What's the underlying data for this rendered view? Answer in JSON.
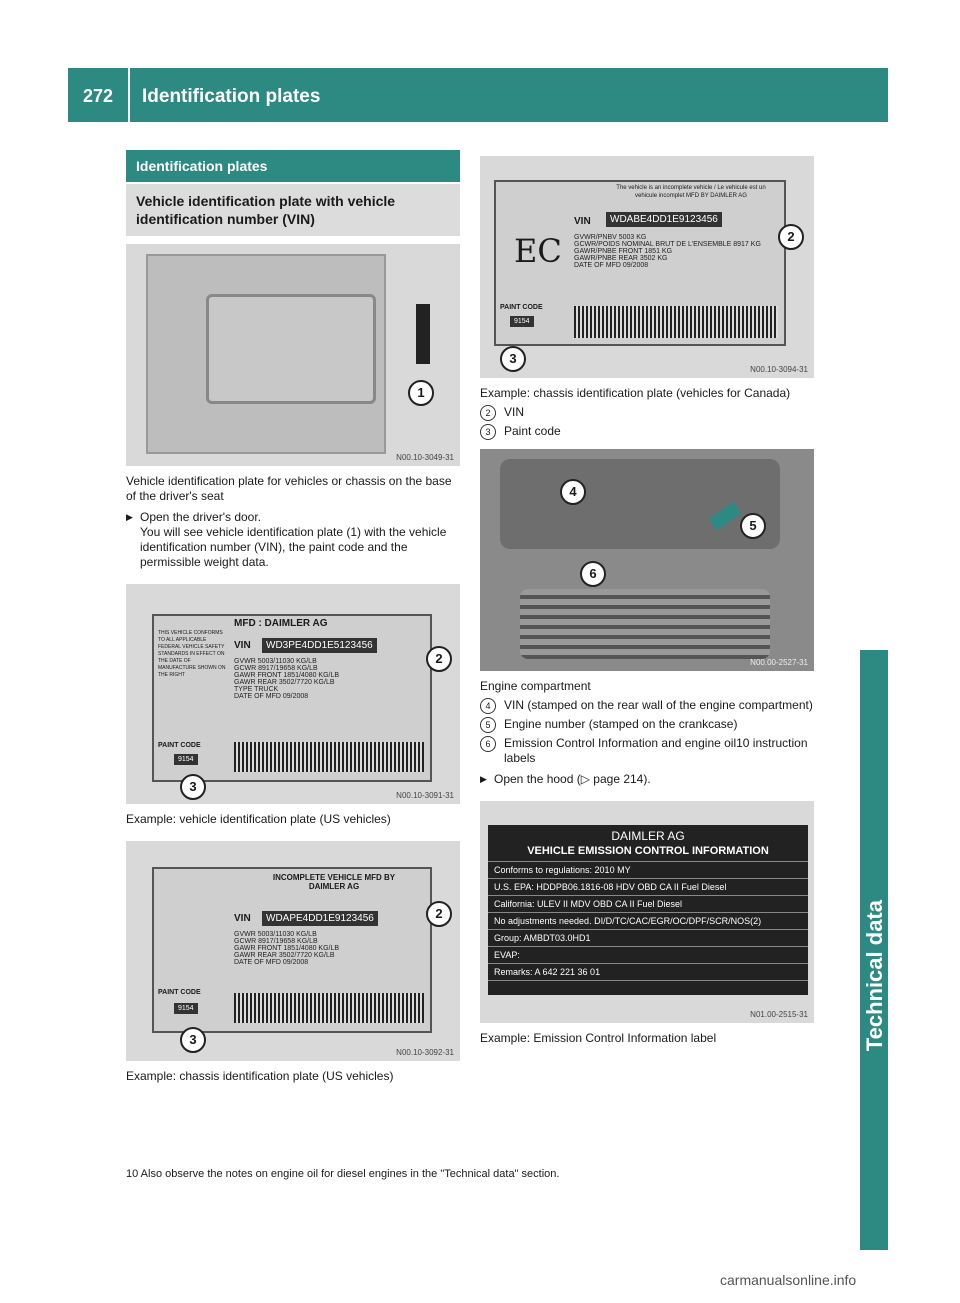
{
  "header": {
    "page_number": "272",
    "title": "Identification plates"
  },
  "side_tab": "Technical data",
  "section": {
    "title": "Identification plates",
    "subtitle": "Vehicle identification plate with vehicle identification number (VIN)"
  },
  "fig1": {
    "id": "N00.10-3049-31",
    "callout": "1"
  },
  "text1": "Vehicle identification plate for vehicles or chassis on the base of the driver's seat",
  "instruction1": "Open the driver's door.",
  "instruction1_detail": "You will see vehicle identification plate (1) with the vehicle identification number (VIN), the paint code and the permissible weight data.",
  "fig2": {
    "id": "N00.10-3091-31",
    "mfd": "MFD : DAIMLER AG",
    "left_text": "THIS VEHICLE CONFORMS TO ALL APPLICABLE FEDERAL VEHICLE SAFETY STANDARDS IN EFFECT ON THE DATE OF MANUFACTURE SHOWN ON THE RIGHT",
    "vin_label": "VIN",
    "vin": "WD3PE4DD1E5123456",
    "rows": [
      "GVWR  5003/11030 KG/LB",
      "GCWR  8917/19658 KG/LB",
      "GAWR FRONT  1851/4080 KG/LB",
      "GAWR REAR  3502/7720 KG/LB",
      "TYPE  TRUCK",
      "DATE OF MFD  09/2008"
    ],
    "paint_label": "PAINT CODE",
    "paint": "9154",
    "callout2": "2",
    "callout3": "3"
  },
  "caption2": "Example: vehicle identification plate (US vehicles)",
  "fig3": {
    "id": "N00.10-3092-31",
    "header": "INCOMPLETE VEHICLE MFD BY DAIMLER AG",
    "vin_label": "VIN",
    "vin": "WDAPE4DD1E9123456",
    "rows": [
      "GVWR  5003/11030 KG/LB",
      "GCWR  8917/19658 KG/LB",
      "GAWR FRONT  1851/4080 KG/LB",
      "GAWR REAR  3502/7720 KG/LB",
      "DATE OF MFD  09/2008"
    ],
    "paint_label": "PAINT CODE",
    "paint": "9154",
    "callout2": "2",
    "callout3": "3"
  },
  "caption3": "Example: chassis identification plate (US vehicles)",
  "fig4": {
    "id": "N00.10-3094-31",
    "header": "The vehicle is an incomplete vehicle / Le vehicule est un vehicule incomplet MFD BY DAIMLER AG",
    "vin_label": "VIN",
    "vin": "WDABE4DD1E9123456",
    "ec": "EC",
    "rows": [
      "GVWR/PNBV  5003 KG",
      "GCWR/POIDS NOMINAL BRUT DE L'ENSEMBLE  8917 KG",
      "GAWR/PNBE FRONT  1851 KG",
      "GAWR/PNBE REAR  3502 KG",
      "DATE OF MFD  09/2008"
    ],
    "paint_label": "PAINT CODE",
    "paint": "9154",
    "callout2": "2",
    "callout3": "3"
  },
  "caption4": "Example: chassis identification plate (vehicles for Canada)",
  "legend4": [
    {
      "num": "2",
      "text": "VIN"
    },
    {
      "num": "3",
      "text": "Paint code"
    }
  ],
  "fig5": {
    "id": "N00.00-2527-31",
    "callouts": [
      "4",
      "5",
      "6"
    ]
  },
  "caption5": "Engine compartment",
  "legend5": [
    {
      "num": "4",
      "text": "VIN (stamped on the rear wall of the engine compartment)"
    },
    {
      "num": "5",
      "text": "Engine number (stamped on the crankcase)"
    },
    {
      "num": "6",
      "text": "Emission Control Information and engine oil10 instruction labels"
    }
  ],
  "instruction2": "Open the hood (▷ page 214).",
  "fig6": {
    "id": "N01.00-2515-31",
    "maker": "DAIMLER AG",
    "title": "VEHICLE EMISSION CONTROL INFORMATION",
    "rows": [
      "Conforms to regulations:                    2010 MY",
      "U.S. EPA:  HDDPB06.1816-08 HDV   OBD  CA II   Fuel  Diesel",
      "California: ULEV II MDV               OBD  CA II   Fuel  Diesel",
      "No adjustments needed.   DI/D/TC/CAC/EGR/OC/DPF/SCR/NOS(2)",
      "Group:   AMBDT03.0HD1",
      "EVAP:",
      "Remarks:                                     A 642 221 36 01"
    ]
  },
  "caption6": "Example: Emission Control Information label",
  "footnote": "10 Also observe the notes on engine oil for diesel engines in the \"Technical data\" section.",
  "watermark": "carmanualsonline.info"
}
